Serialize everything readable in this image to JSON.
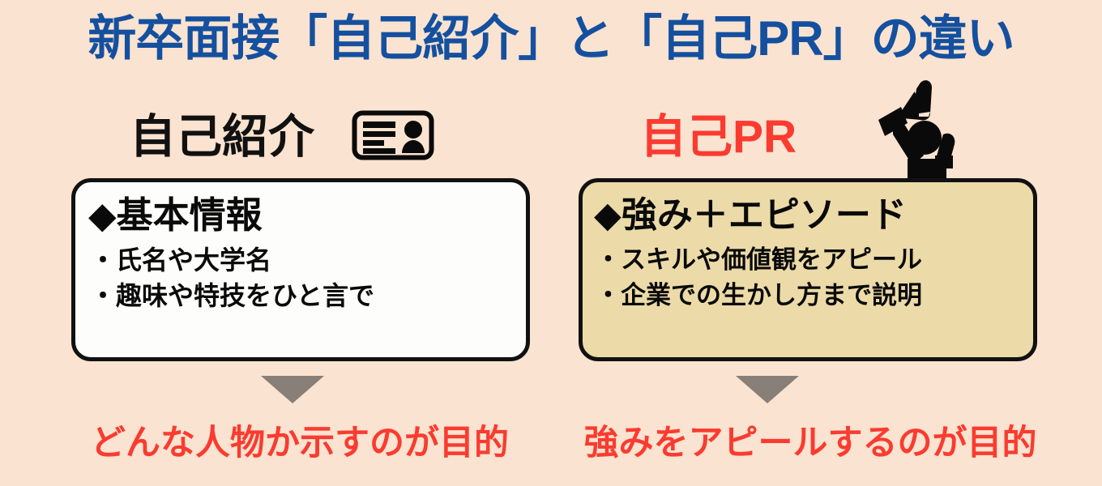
{
  "page": {
    "background_color": "#fae3d0",
    "title": "新卒面接「自己紹介」と「自己PR」の違い",
    "title_color": "#14509f"
  },
  "columns": {
    "left": {
      "heading": "自己紹介",
      "heading_color": "#111111",
      "icon": "id-card-icon",
      "card": {
        "background_color": "#fdfdfc",
        "border_color": "#111111",
        "title": "◆基本情報",
        "items": [
          "・氏名や大学名",
          "・趣味や特技をひと言で"
        ]
      },
      "arrow": {
        "icon": "triangle-down-icon",
        "color": "#877f78"
      },
      "caption": "どんな人物か示すのが目的",
      "caption_color": "#fa3b30"
    },
    "right": {
      "heading": "自己PR",
      "heading_color": "#fa3b30",
      "icon": "megaphone-person-icon",
      "card": {
        "background_color": "#ecdba8",
        "border_color": "#111111",
        "title": "◆強み＋エピソード",
        "items": [
          "・スキルや価値観をアピール",
          "・企業での生かし方まで説明"
        ]
      },
      "arrow": {
        "icon": "triangle-down-icon",
        "color": "#877f78"
      },
      "caption": "強みをアピールするのが目的",
      "caption_color": "#fa3b30"
    }
  }
}
